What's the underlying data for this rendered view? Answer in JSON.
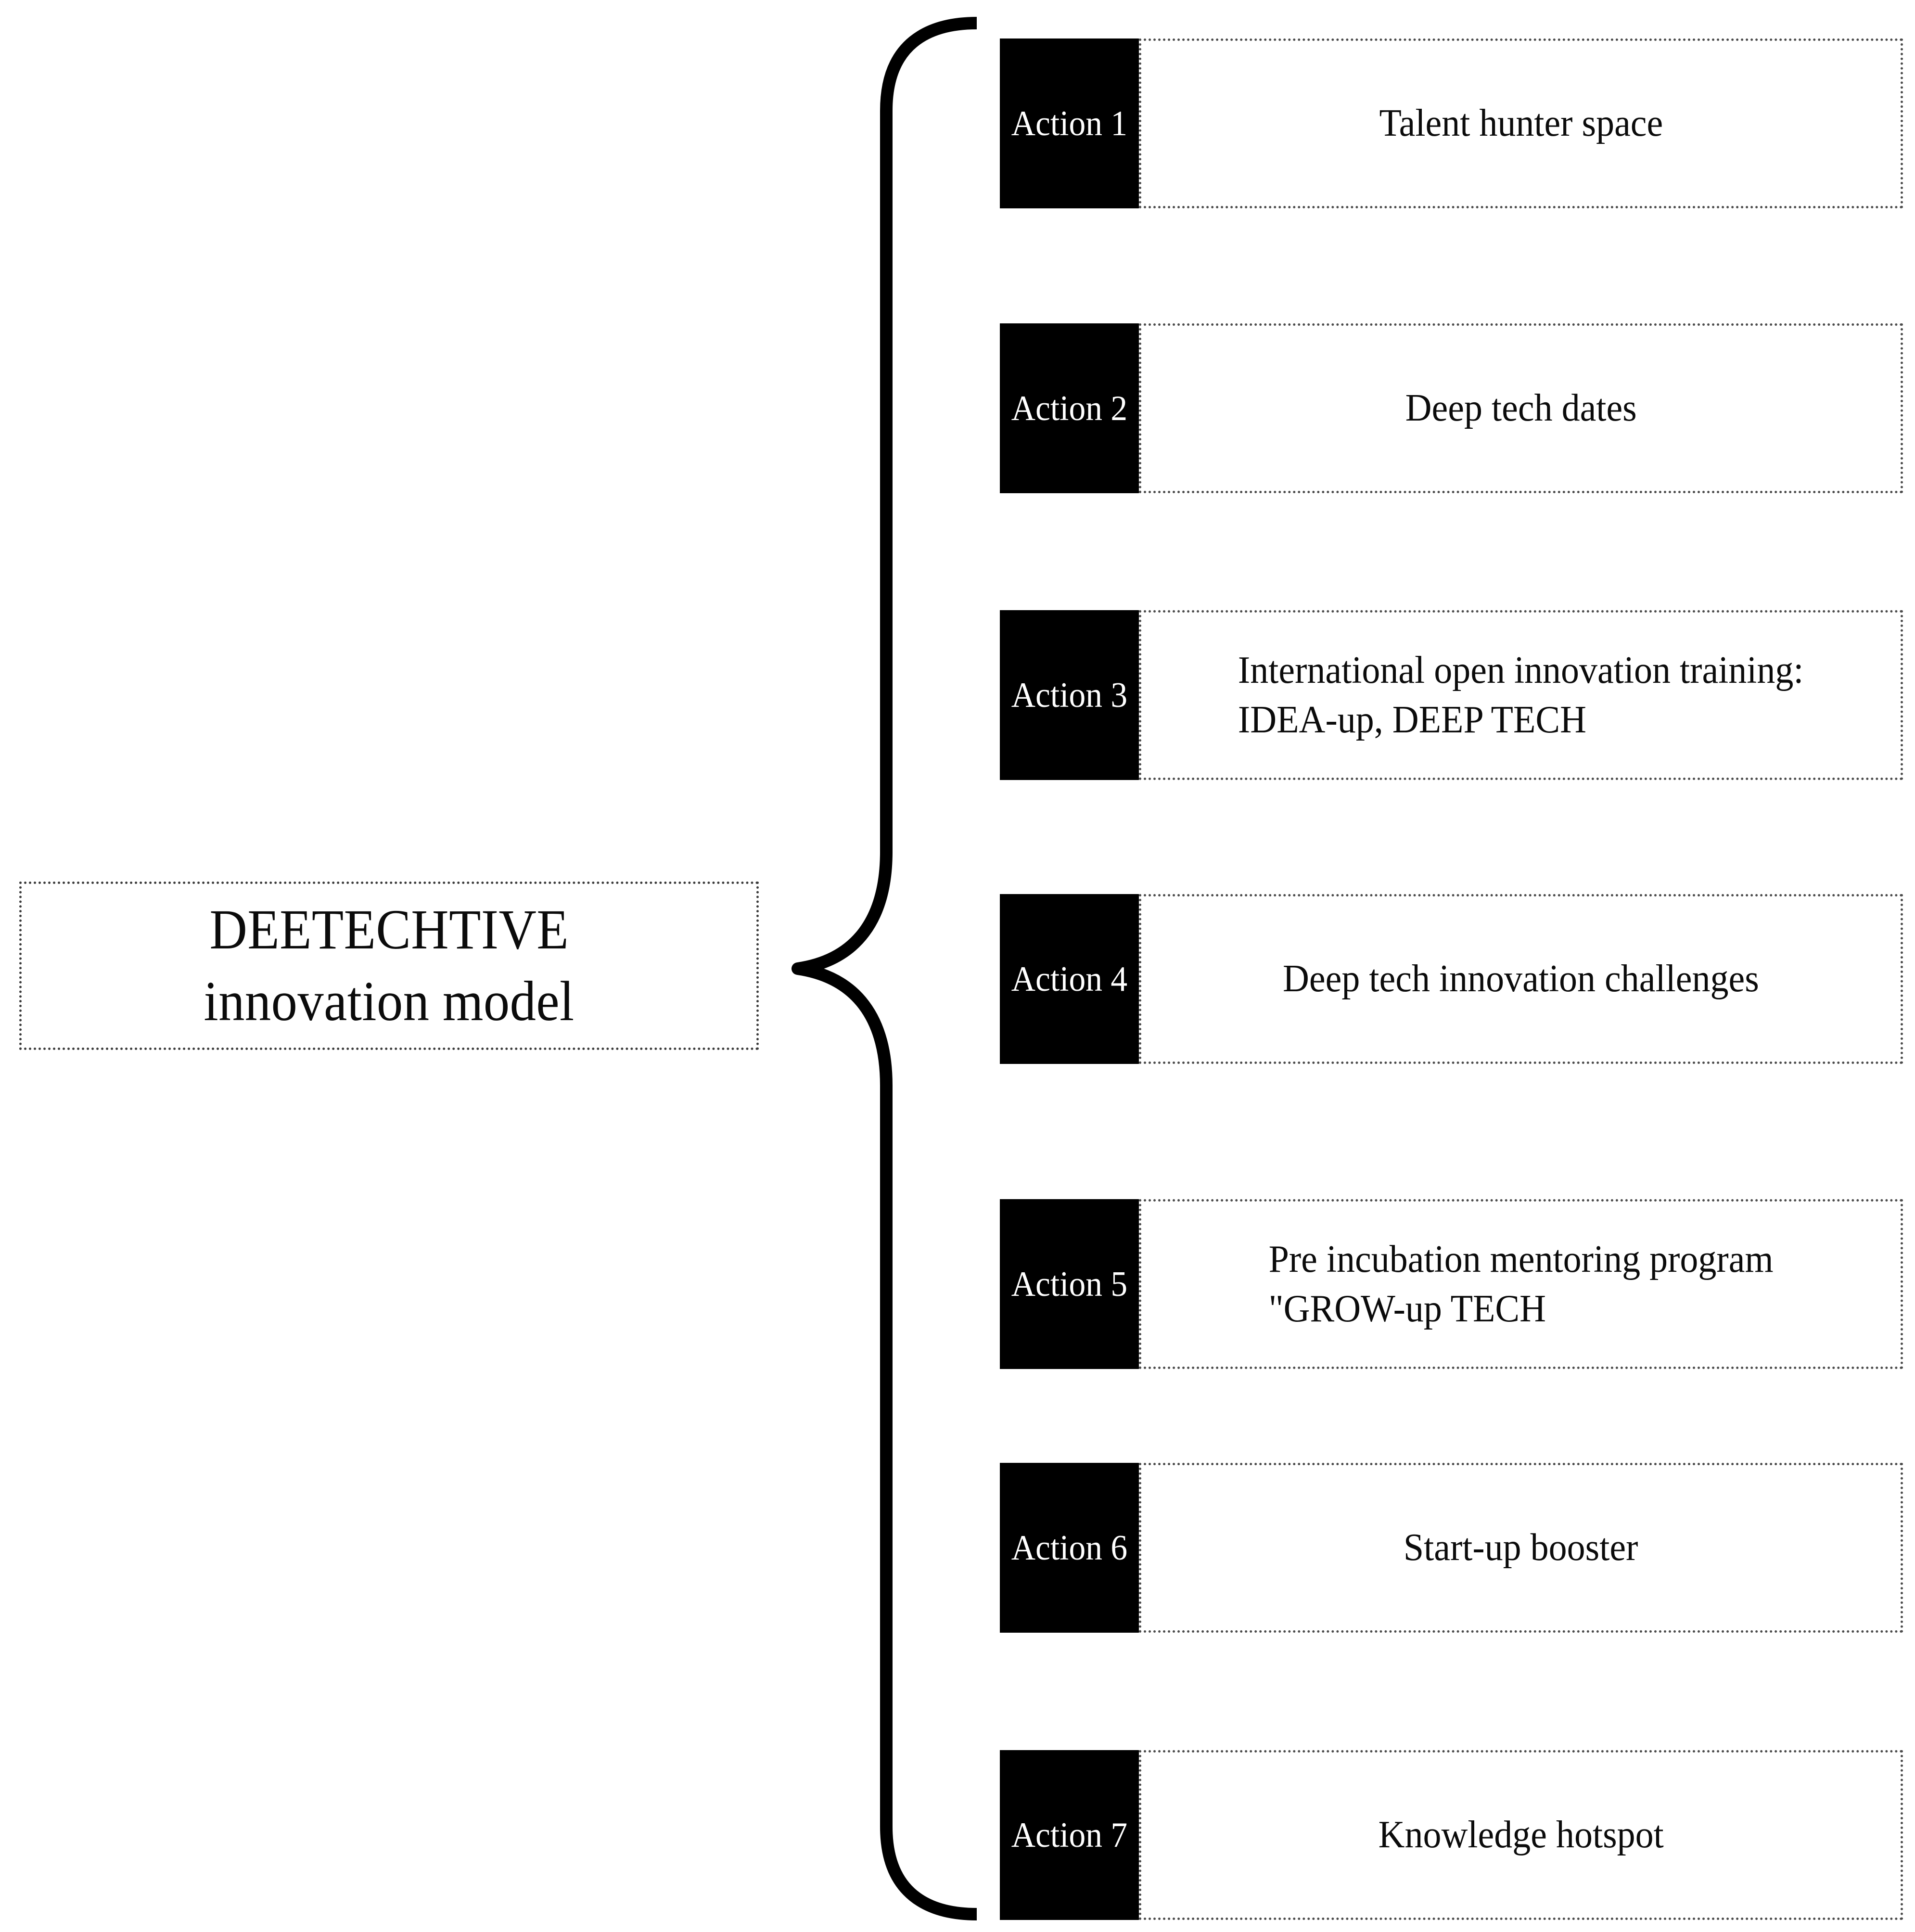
{
  "model": {
    "title_line1": "DEETECHTIVE",
    "title_line2": "innovation model"
  },
  "brace": {
    "icon": "curly-brace-left",
    "color": "#000000"
  },
  "actions": [
    {
      "tag": "Action 1",
      "description": "Talent hunter space",
      "align": "center"
    },
    {
      "tag": "Action 2",
      "description": "Deep tech dates",
      "align": "center"
    },
    {
      "tag": "Action 3",
      "description": "International open innovation training:\nIDEA-up, DEEP TECH",
      "align": "left"
    },
    {
      "tag": "Action 4",
      "description": "Deep tech innovation challenges",
      "align": "center"
    },
    {
      "tag": "Action 5",
      "description": "Pre incubation mentoring program\n\"GROW-up TECH",
      "align": "left"
    },
    {
      "tag": "Action 6",
      "description": "Start-up booster",
      "align": "center"
    },
    {
      "tag": "Action 7",
      "description": "Knowledge hotspot",
      "align": "center"
    }
  ],
  "colors": {
    "tag_background": "#000000",
    "tag_text": "#ffffff",
    "body_text": "#0b0b0b",
    "border": "#4a4a4a",
    "page_background": "#ffffff"
  }
}
